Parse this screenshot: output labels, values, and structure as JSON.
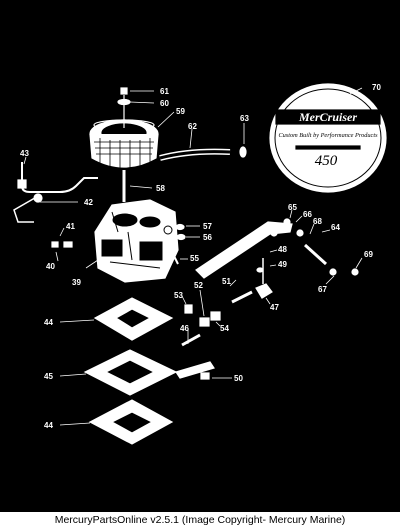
{
  "badge": {
    "brand": "MerCruiser",
    "tagline": "Custom Built by Performance Products",
    "model": "450"
  },
  "callouts": [
    "61",
    "60",
    "59",
    "62",
    "63",
    "70",
    "43",
    "58",
    "42",
    "57",
    "56",
    "41",
    "40",
    "39",
    "65",
    "66",
    "68",
    "64",
    "48",
    "49",
    "55",
    "51",
    "69",
    "67",
    "53",
    "52",
    "47",
    "46",
    "54",
    "44",
    "45",
    "50",
    "44"
  ],
  "footer": {
    "text": "MercuryPartsOnline v2.5.1 (Image Copyright- Mercury Marine)"
  }
}
